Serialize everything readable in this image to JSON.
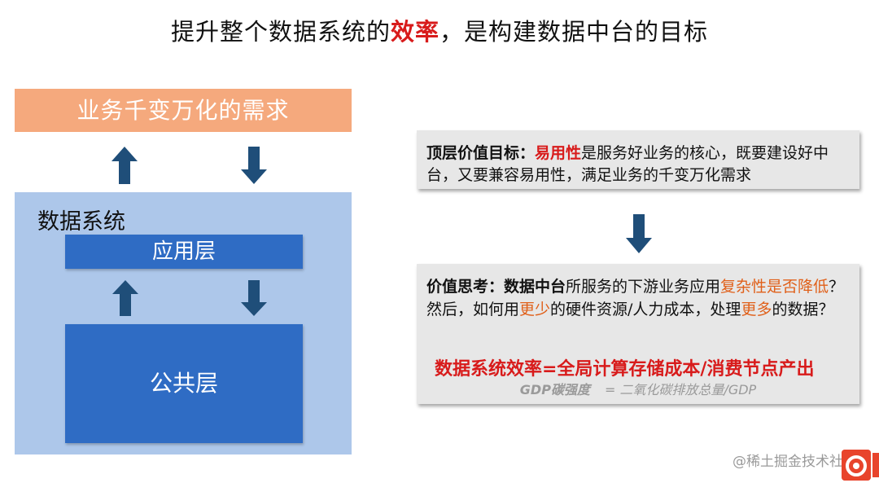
{
  "title": {
    "part1": "提升整个数据系统的",
    "highlight": "效率",
    "part2": "，是构建数据中台的目标"
  },
  "left_diagram": {
    "demand_label": "业务千变万化的需求",
    "system_label": "数据系统",
    "app_layer_label": "应用层",
    "public_layer_label": "公共层"
  },
  "right_boxes": {
    "top_box": {
      "prefix": "顶层价值目标：",
      "highlight": "易用性",
      "text": "是服务好业务的核心，既要建设好中台，又要兼容易用性，满足业务的千变万化需求"
    },
    "bottom_box": {
      "prefix": "价值思考：数据中台",
      "seg1": "所服务的下游业务应用",
      "hl1": "复杂性是否降低",
      "seg2": "？然后，如何用",
      "hl2": "更少",
      "seg3": "的硬件资源/人力成本，处理",
      "hl3": "更多",
      "seg4": "的数据？",
      "formula": "数据系统效率=全局计算存储成本/消费节点产出",
      "gdp_left": "GDP碳强度",
      "gdp_right": "= 二氧化碳排放总量/GDP"
    }
  },
  "watermark": "@稀土掘金技术社区",
  "colors": {
    "demand_box": "#f5a97d",
    "system_box": "#adc7ea",
    "layer_box": "#2f6cc4",
    "arrow": "#1f4e79",
    "highlight_red": "#d81b1b",
    "highlight_orange": "#e0601a",
    "text_box": "#e7e7e7"
  }
}
